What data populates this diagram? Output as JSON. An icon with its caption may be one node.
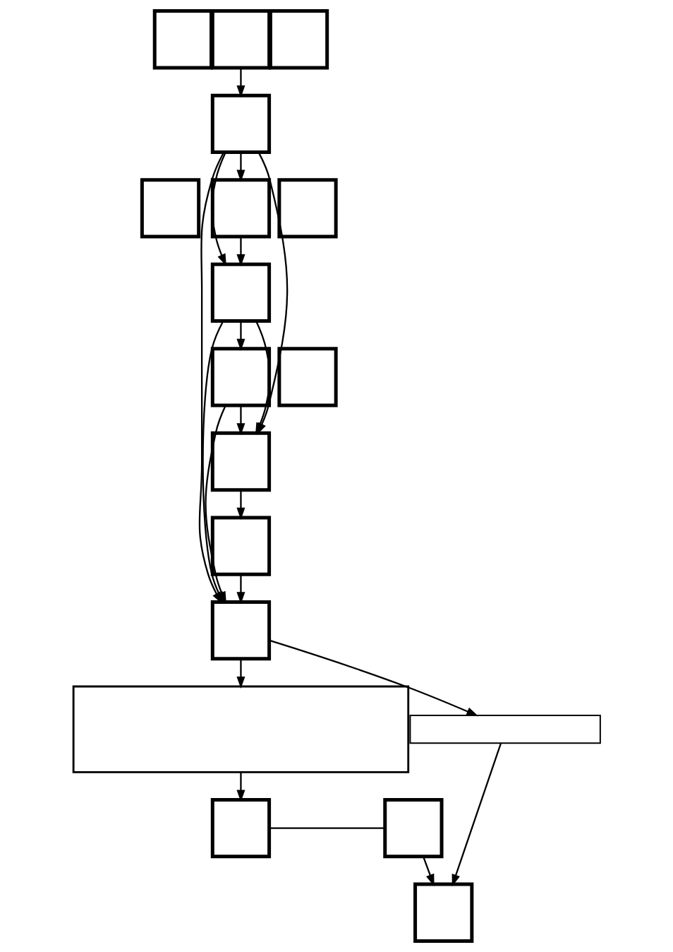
{
  "diagram": {
    "nodes": [
      {
        "text": [],
        "shape": "box"
      },
      {
        "text": [],
        "shape": "box"
      },
      {
        "text": [],
        "shape": "box"
      },
      {
        "text": [],
        "shape": "box"
      },
      {
        "text": [],
        "shape": "box"
      },
      {
        "text": [],
        "shape": "box"
      },
      {
        "text": [],
        "shape": "box"
      },
      {
        "text": [],
        "shape": "box"
      },
      {
        "text": [],
        "shape": "box"
      },
      {
        "text": [],
        "shape": "box"
      },
      {
        "text": [],
        "shape": "box"
      },
      {
        "text": [],
        "shape": "box"
      },
      {
        "text": [],
        "shape": "box"
      },
      {
        "text": [],
        "shape": "box"
      },
      {
        "text": [],
        "shape": "box"
      },
      {
        "text": [],
        "shape": "box"
      },
      {
        "text": [],
        "shape": "box"
      },
      {
        "text": [],
        "shape": "box"
      }
    ],
    "edges": [
      {
        "from": 1,
        "to": 3,
        "arrow": "to"
      },
      {
        "from": 3,
        "to": 5,
        "arrow": "to"
      },
      {
        "from": 3,
        "to": 7,
        "arrow": "to"
      },
      {
        "from": 3,
        "to": 10,
        "arrow": "to"
      },
      {
        "from": 3,
        "to": 12,
        "arrow": "to"
      },
      {
        "from": 5,
        "to": 7,
        "arrow": "to"
      },
      {
        "from": 7,
        "to": 8,
        "arrow": "to"
      },
      {
        "from": 7,
        "to": 10,
        "arrow": "to"
      },
      {
        "from": 7,
        "to": 12,
        "arrow": "to"
      },
      {
        "from": 8,
        "to": 10,
        "arrow": "to"
      },
      {
        "from": 8,
        "to": 12,
        "arrow": "to"
      },
      {
        "from": 10,
        "to": 11,
        "arrow": "to"
      },
      {
        "from": 11,
        "to": 12,
        "arrow": "to"
      },
      {
        "from": 12,
        "to": 13,
        "arrow": "to"
      },
      {
        "from": 12,
        "to": 14,
        "arrow": "to"
      },
      {
        "from": 13,
        "to": 15,
        "arrow": "to"
      },
      {
        "from": 15,
        "to": 16,
        "arrow": "none"
      },
      {
        "from": 16,
        "to": 17,
        "arrow": "to"
      },
      {
        "from": 14,
        "to": 17,
        "arrow": "to"
      }
    ]
  }
}
